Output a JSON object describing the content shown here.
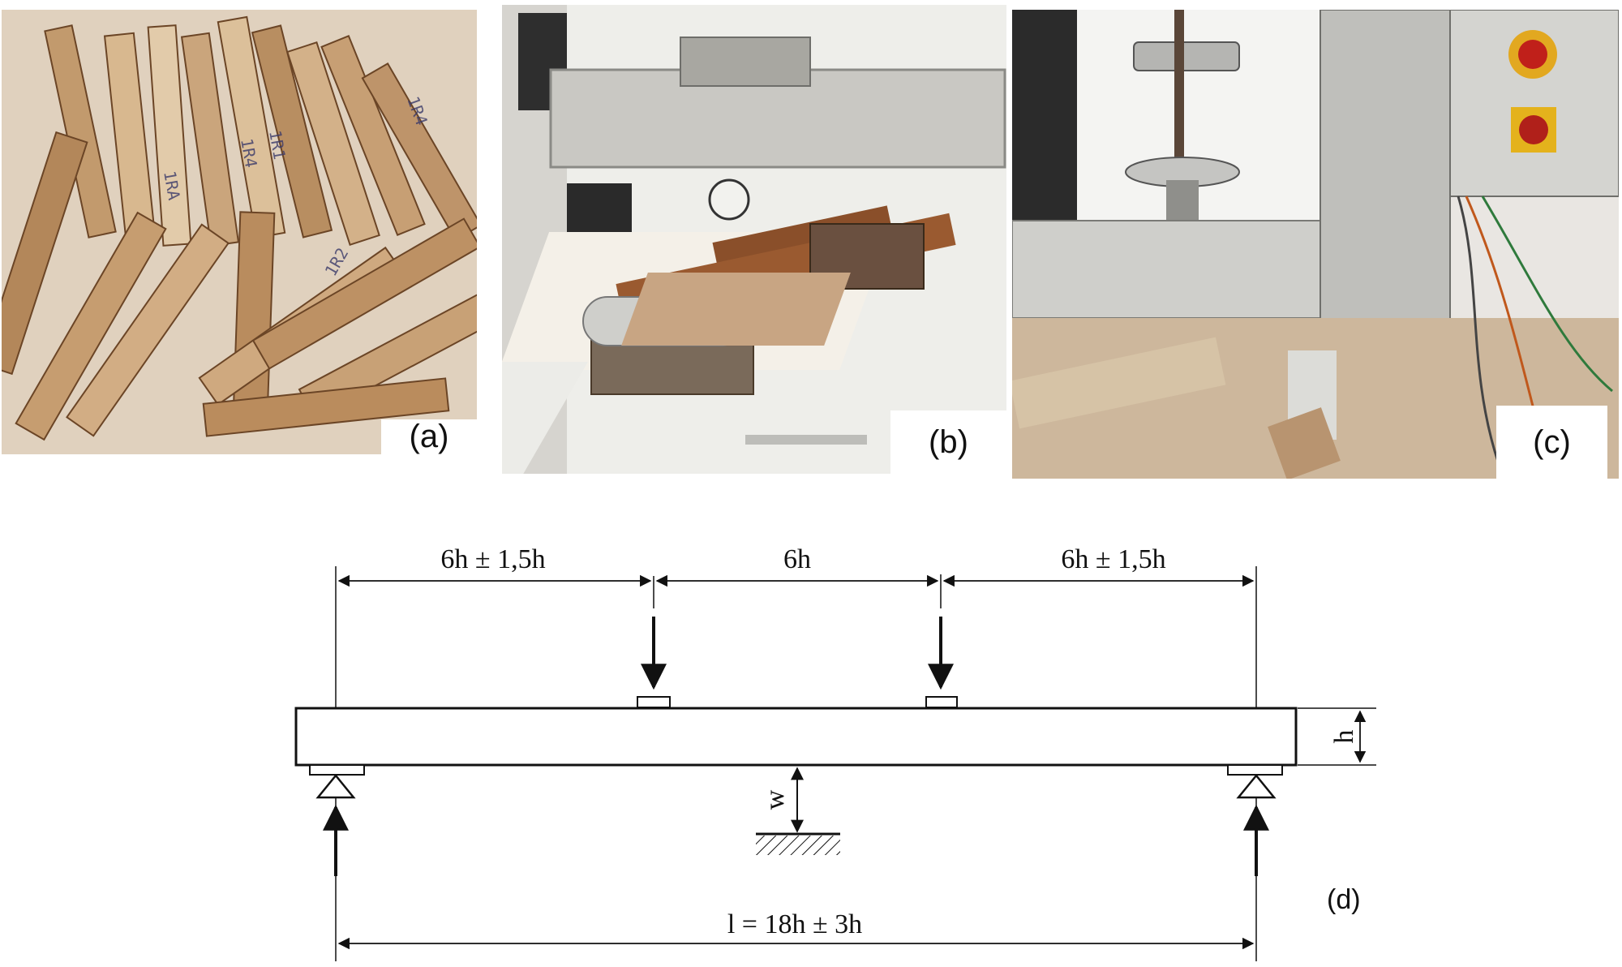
{
  "panels": [
    {
      "label": "(a)",
      "subject": "stacked wood specimen sticks"
    },
    {
      "label": "(b)",
      "subject": "wood specimen in four-point bending fixture with dial gauge"
    },
    {
      "label": "(c)",
      "subject": "universal testing machine with emergency stop panel"
    }
  ],
  "diagram": {
    "label": "(d)",
    "dim_left": "6h ± 1,5h",
    "dim_middle": "6h",
    "dim_right": "6h ± 1,5h",
    "dim_height": "h",
    "deflection": "w",
    "span": "l = 18h ± 3h"
  },
  "colors": {
    "wood_light": "#c9a27a",
    "wood_dark": "#8a5a34",
    "metal": "#b8b8b4",
    "line": "#111111"
  }
}
